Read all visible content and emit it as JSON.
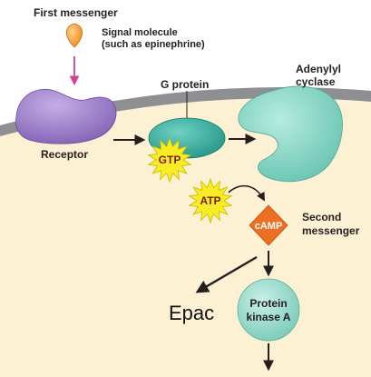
{
  "labels": {
    "first_messenger": "First messenger",
    "signal_molecule_line1": "Signal molecule",
    "signal_molecule_line2": "(such as epinephrine)",
    "g_protein": "G protein",
    "adenylyl_line1": "Adenylyl",
    "adenylyl_line2": "cyclase",
    "receptor": "Receptor",
    "gtp": "GTP",
    "atp": "ATP",
    "camp": "cAMP",
    "second_messenger_line1": "Second",
    "second_messenger_line2": "messenger",
    "epac": "Epac",
    "pka_line1": "Protein",
    "pka_line2": "kinase A"
  },
  "colors": {
    "cytoplasm": "#fcf1d3",
    "extracellular": "#ffffff",
    "membrane": "#8d8f92",
    "receptor": "#9c7dc9",
    "g_protein": "#2fa99c",
    "adenylyl_cyclase": "#7fd0bf",
    "signal_molecule": "#f59b2c",
    "gtp_atp_starburst": "#f7ec26",
    "camp_diamond": "#ef6f22",
    "pka": "#8fd6c6",
    "arrow_pink": "#d6408f"
  }
}
